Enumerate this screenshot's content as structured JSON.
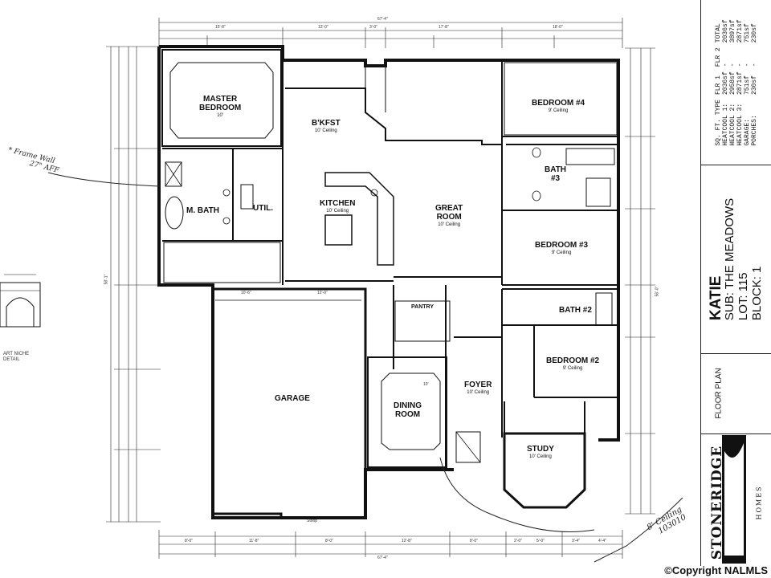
{
  "rooms": {
    "master_bedroom": {
      "l1": "MASTER",
      "l2": "BEDROOM",
      "ceil": "10'"
    },
    "bkfst": {
      "label": "B'KFST",
      "ceil": "10' Ceiling"
    },
    "kitchen": {
      "label": "KITCHEN",
      "ceil": "10' Ceiling"
    },
    "great_room": {
      "l1": "GREAT",
      "l2": "ROOM",
      "ceil": "10' Ceiling"
    },
    "m_bath": {
      "label": "M. BATH"
    },
    "util": {
      "label": "UTIL."
    },
    "bedroom4": {
      "label": "BEDROOM #4",
      "ceil": "9' Ceiling"
    },
    "bath3": {
      "l1": "BATH",
      "l2": "#3"
    },
    "bedroom3": {
      "label": "BEDROOM #3",
      "ceil": "9' Ceiling"
    },
    "bath2": {
      "label": "BATH #2"
    },
    "bedroom2": {
      "label": "BEDROOM #2",
      "ceil": "9' Ceiling"
    },
    "garage": {
      "label": "GARAGE"
    },
    "pantry": {
      "label": "PANTRY"
    },
    "foyer": {
      "label": "FOYER",
      "ceil": "10' Ceiling"
    },
    "dining": {
      "l1": "DINING",
      "l2": "ROOM",
      "ceil": "10'"
    },
    "study": {
      "label": "STUDY",
      "ceil": "10' Ceiling"
    }
  },
  "dimensions": {
    "overall_top": "67'-4\"",
    "overall_bottom": "67'-4\"",
    "top_row": [
      "15'-8\"",
      "12'-0\"",
      "3'-0\"",
      "17'-8\"",
      "18'-0\""
    ],
    "bottom_row": [
      "8'-0\"",
      "11'-8\"",
      "8'-0\"",
      "12'-8\"",
      "8'-0\"",
      "2'-0\"",
      "5'-0\"",
      "3'-4\"",
      "4'-4\""
    ],
    "left_overall": "58'-1\"",
    "right_overall": "56'-0\"",
    "garage_width": "10'-6\"",
    "garage_width2": "12'-0\""
  },
  "annotations": {
    "frame_wall_l1": "* Frame Wall",
    "frame_wall_l2": "27\" AFF",
    "signature_l1": "8' Ceiling",
    "signature_l2": "103010",
    "art_niche_l1": "ART NICHE",
    "art_niche_l2": "DETAIL",
    "stoop": "Stoop"
  },
  "sqft_table": {
    "headers": [
      "SQ. FT. TYPE",
      "FLR 1",
      "FLR 2",
      "TOTAL"
    ],
    "rows": [
      [
        "HEATCOOL 1:",
        "2036sf",
        "-",
        "2036sf"
      ],
      [
        "HEATCOOL 2:",
        "2958sf",
        "-",
        "3897sf"
      ],
      [
        "HEATCOOL 3:",
        "2871sf",
        "-",
        "2871sf"
      ],
      [
        "GARAGE:",
        "751sf",
        "-",
        "751sf"
      ],
      [
        "PORCHES:",
        "230sf",
        "-",
        "230sf"
      ]
    ]
  },
  "title_block": {
    "plan_name": "KATIE",
    "sub": "SUB: THE MEADOWS",
    "lot": "LOT: 115",
    "block": "BLOCK: 1",
    "sheet": "FLOOR PLAN",
    "brand": "STONERIDGE",
    "brand_sub": "HOMES"
  },
  "copyright": "©Copyright NALMLS",
  "colors": {
    "ink": "#111111",
    "paper": "#ffffff",
    "wall_fill": "#d9d9d9"
  }
}
